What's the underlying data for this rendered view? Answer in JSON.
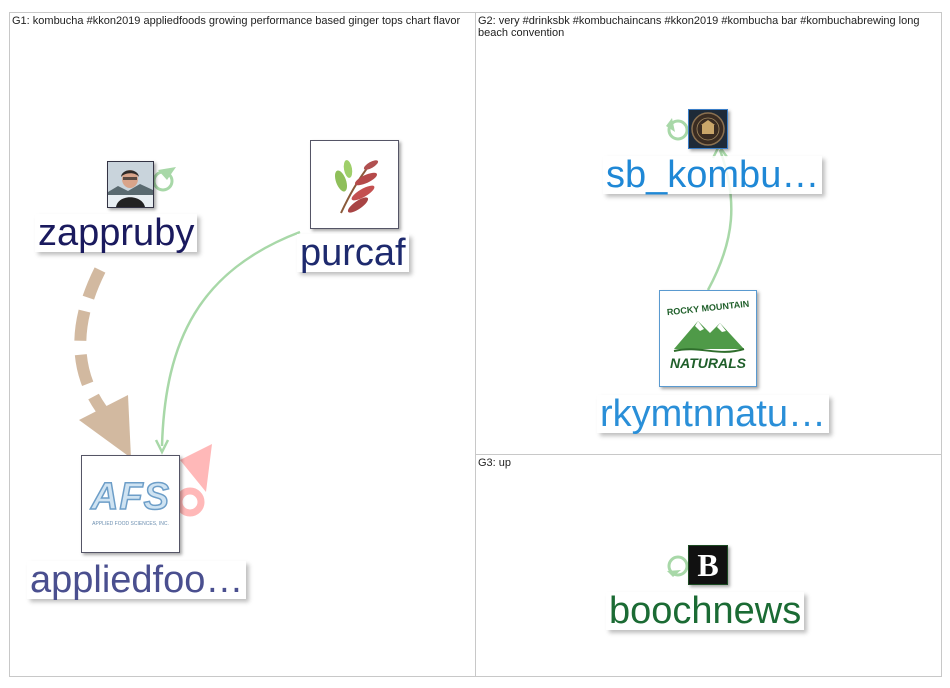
{
  "groups": [
    {
      "title": "G1: kombucha #kkon2019 appliedfoods growing performance based ginger tops chart flavor"
    },
    {
      "title": "G2: very #drinksbk #kombuchaincans #kkon2019 #kombucha bar #kombuchabrewing long beach convention"
    },
    {
      "title": "G3: up"
    }
  ],
  "nodes": {
    "zappruby": {
      "label": "zappruby",
      "color": "#1a1a5e"
    },
    "purcaf": {
      "label": "purcaf",
      "color": "#1e2a6e"
    },
    "appliedfoods": {
      "label": "appliedfoo…",
      "color": "#4a4f8f",
      "logo_text": "AFS",
      "logo_subtext": "APPLIED FOOD SCIENCES, INC."
    },
    "sb_kombucha": {
      "label": "sb_kombu…",
      "color": "#1f88d6"
    },
    "rkymtnnaturals": {
      "label": "rkymtnnatu…",
      "color": "#2a8fd8",
      "logo_top": "ROCKY MOUNTAIN",
      "logo_bottom": "NATURALS"
    },
    "boochnews": {
      "label": "boochnews",
      "color": "#1b6b34",
      "logo_letter": "B"
    }
  },
  "edge_colors": {
    "tan": "#d2b9a0",
    "green": "#a8d8a8",
    "pink": "#ffb8b8"
  }
}
